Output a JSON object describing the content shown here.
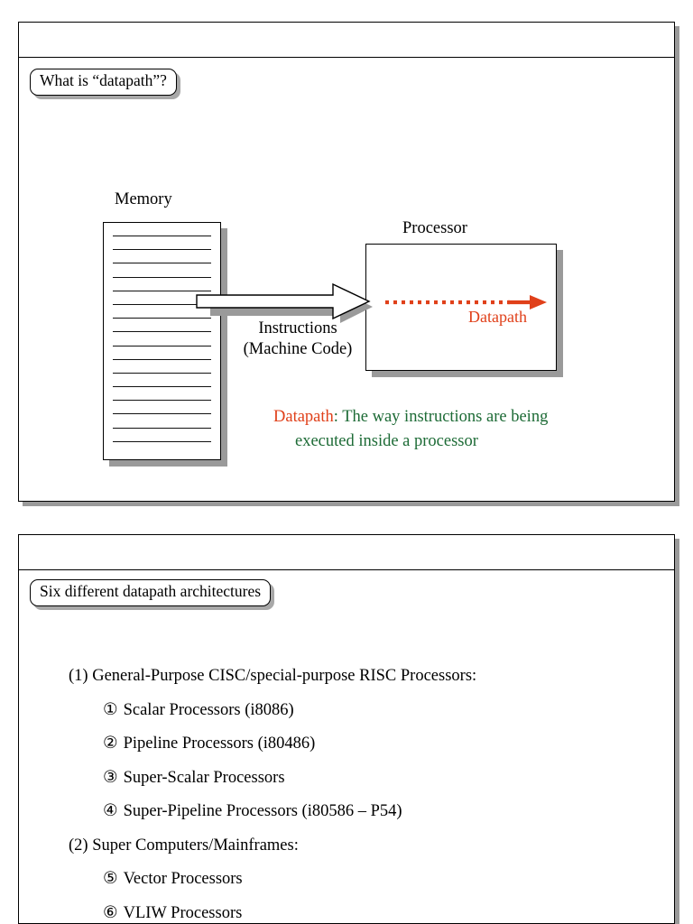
{
  "document": {
    "kind": "lecture-slides-page",
    "slide_count": 2
  },
  "slide1": {
    "title": "What is “datapath”?",
    "diagram": {
      "memory_label": "Memory",
      "processor_label": "Processor",
      "memory_line_count": 16,
      "arrow_label_line1": "Instructions",
      "arrow_label_line2": "(Machine Code)",
      "datapath_arrow_label": "Datapath",
      "icons": {
        "block_arrow": "block-arrow-right-icon",
        "dotted_arrow": "dotted-arrow-right-icon"
      }
    },
    "caption": {
      "term": "Datapath",
      "separator": ": ",
      "line1": "The way instructions are being",
      "line2": "executed inside a processor"
    },
    "colors": {
      "datapath_red": "#e0401a",
      "caption_green": "#1d6b36",
      "shadow_gray": "#9a9a9a",
      "outline_black": "#000000"
    }
  },
  "slide2": {
    "title": "Six different datapath architectures",
    "groups": [
      {
        "number": "(1)",
        "heading": "General-Purpose CISC/special-purpose RISC Processors:",
        "items": [
          {
            "marker": "①",
            "label": "Scalar Processors (i8086)"
          },
          {
            "marker": "②",
            "label": "Pipeline Processors (i80486)"
          },
          {
            "marker": "③",
            "label": "Super-Scalar Processors"
          },
          {
            "marker": "④",
            "label": "Super-Pipeline Processors (i80586 – P54)"
          }
        ]
      },
      {
        "number": "(2)",
        "heading": "Super Computers/Mainframes:",
        "items": [
          {
            "marker": "⑤",
            "label": "Vector Processors"
          },
          {
            "marker": "⑥",
            "label": "VLIW Processors"
          }
        ]
      }
    ]
  }
}
